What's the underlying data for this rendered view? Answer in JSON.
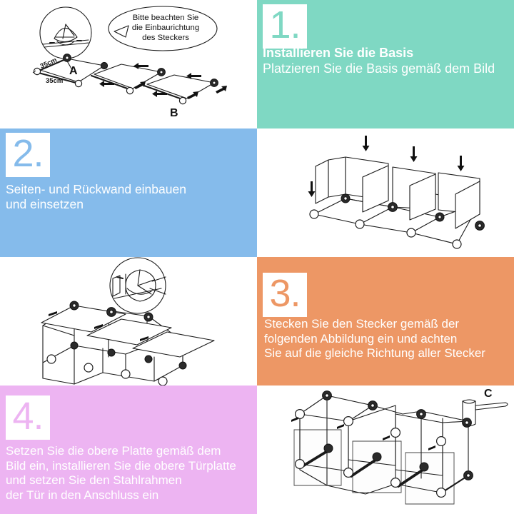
{
  "document": {
    "title": "Montageanleitung Regalsystem",
    "language": "de",
    "layout": "2 Spalten x 4 Zeilen (6 Felder: 4 Text, 4 Illustrationen)",
    "background": "#ffffff"
  },
  "colors": {
    "step1_teal": "#7FD8C3",
    "step2_blue": "#85BBEB",
    "step3_orange": "#ED9765",
    "step4_pink": "#EDB4F2",
    "badge_background": "#ffffff",
    "text": "#ffffff",
    "line_art": "#1a1a1a"
  },
  "steps": [
    {
      "number": "1.",
      "accent": "#7FD8C3",
      "heading": "Installieren Sie die Basis",
      "body": "Platzieren Sie die Basis gemäß dem Bild"
    },
    {
      "number": "2.",
      "accent": "#85BBEB",
      "heading": "",
      "body_lines": [
        "Seiten- und Rückwand einbauen",
        "und einsetzen"
      ]
    },
    {
      "number": "3.",
      "accent": "#ED9765",
      "heading": "",
      "body_lines": [
        "Stecken Sie den Stecker gemäß der",
        "folgenden Abbildung ein und achten",
        "Sie auf die gleiche Richtung aller Stecker"
      ]
    },
    {
      "number": "4.",
      "accent": "#EDB4F2",
      "heading": "",
      "body_lines": [
        "Setzen Sie die obere Platte gemäß dem",
        "Bild ein, installieren Sie die obere Türplatte",
        "und setzen Sie den Stahlrahmen",
        "der Tür in den Anschluss ein"
      ]
    }
  ],
  "illustrations": {
    "step1": {
      "caption_bubble": [
        "Bitte beachten Sie",
        "die Einbaurichtung",
        "des Steckers"
      ],
      "dimension_labels": [
        "35cm",
        "35cm"
      ],
      "part_labels": [
        "A",
        "B"
      ],
      "detail_circle": "Nahaufnahme Stecker / Verbinder",
      "description": "Drei Bodenrahmen in Perspektive mit Verbindern und Richtungspfeilen"
    },
    "step2": {
      "description": "Seitenwände und Rückwände werden von oben in den Bodenrahmen eingesetzt",
      "arrow_count": 4,
      "panel_count": 7
    },
    "step3": {
      "description": "Obere Platten werden aufgelegt; Detailkreis zeigt den Stecker in Nahaufnahme",
      "detail_circle": "Stecker-Detailansicht",
      "panel_count": 3
    },
    "step4": {
      "description": "Türplatten und Stahlrahmen der Tür werden eingesetzt, Hammerwerkzeug C",
      "part_labels": [
        "C"
      ],
      "tool": "Gummihammer C",
      "panel_count": 3
    }
  }
}
